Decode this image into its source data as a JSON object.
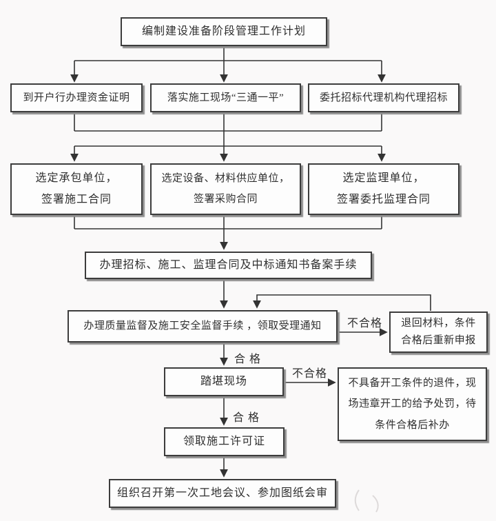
{
  "flowchart": {
    "nodes": {
      "plan": {
        "text": "编制建设准备阶段管理工作计划"
      },
      "fund_proof": {
        "text": "到开户行办理资金证明"
      },
      "site_prep": {
        "text": "落实施工现场“三通一平”"
      },
      "bid_agency": {
        "text": "委托招标代理机构代理招标"
      },
      "contractor": {
        "lines": [
          "选定承包单位，",
          "签署施工合同"
        ]
      },
      "supplier": {
        "lines": [
          "选定设备、材料供应单位，",
          "签署采购合同"
        ]
      },
      "supervision": {
        "lines": [
          "选定监理单位，",
          "签署委托监理合同"
        ]
      },
      "filing": {
        "text": "办理招标、施工、监理合同及中标通知书备案手续"
      },
      "quality_safety": {
        "text": "办理质量监督及施工安全监督手续 ，领取受理通知"
      },
      "return_materials": {
        "lines": [
          "退回材料，条件",
          "合格后重新申报"
        ]
      },
      "site_survey": {
        "text": "踏堪现场"
      },
      "reject_penalty": {
        "lines": [
          "不具备开工条件的退件，现",
          "场违章开工的给予处罚，待",
          "条件合格后补办"
        ]
      },
      "permit": {
        "text": "领取施工许可证"
      },
      "first_meeting": {
        "text": "组织召开第一次工地会议、参加图纸会审"
      }
    },
    "edge_labels": {
      "pass_1": "合 格",
      "fail_1": "不合格",
      "pass_2": "合 格",
      "fail_2": "不合格"
    },
    "colors": {
      "line": "#333333",
      "box_border": "#3c3c3c",
      "box_fill": "#fdfdfd",
      "text": "#2f2f2f",
      "shadow": "#8e8e8e",
      "background": "#faf9f9"
    }
  }
}
